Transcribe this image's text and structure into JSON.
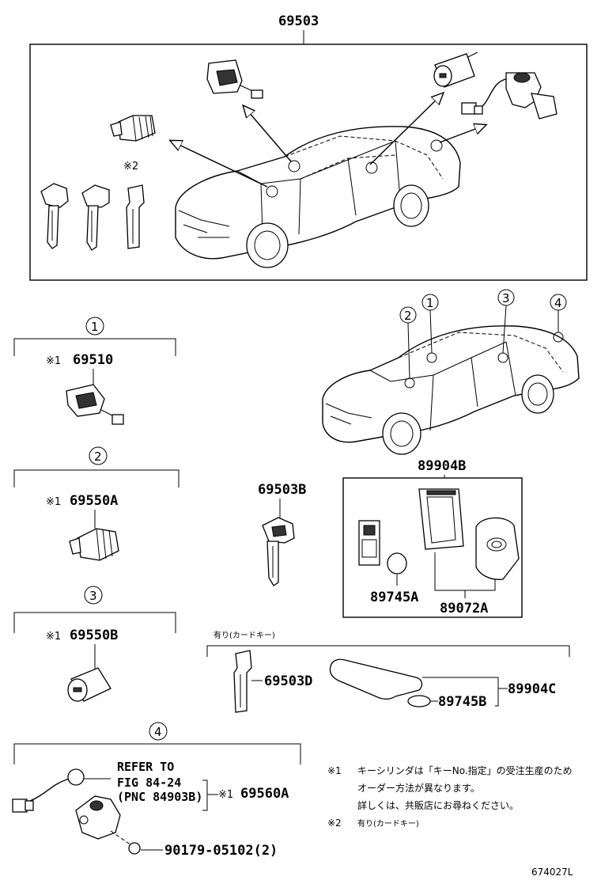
{
  "top_group": {
    "part_no": "69503",
    "note_mark": "※2"
  },
  "callouts": [
    "1",
    "2",
    "3",
    "4"
  ],
  "section1": {
    "mark": "※1",
    "part_no": "69510"
  },
  "section2": {
    "mark": "※1",
    "part_no": "69550A"
  },
  "section3": {
    "mark": "※1",
    "part_no": "69550B"
  },
  "section4": {
    "refer": [
      "REFER TO",
      "FIG 84-24",
      "(PNC 84903B)"
    ],
    "mark": "※1",
    "part_no": "69560A",
    "bolt": "90179-05102(2)"
  },
  "spare_key": {
    "part_no": "69503B"
  },
  "remote_group": {
    "part_no": "89904B",
    "battery": "89745A",
    "case": "89072A"
  },
  "card_key": {
    "heading": "有り(カードキー)",
    "key": "69503D",
    "card_set": "89904C",
    "battery": "89745B"
  },
  "footnotes": [
    {
      "mark": "※1",
      "lines": [
        "キーシリンダは「キーNo.指定」の受注生産のため",
        "オーダー方法が異なります。",
        "詳しくは、共販店にお尋ねください。"
      ]
    },
    {
      "mark": "※2",
      "lines": [
        "有り(カードキー)"
      ]
    }
  ],
  "figure_code": "674027L"
}
